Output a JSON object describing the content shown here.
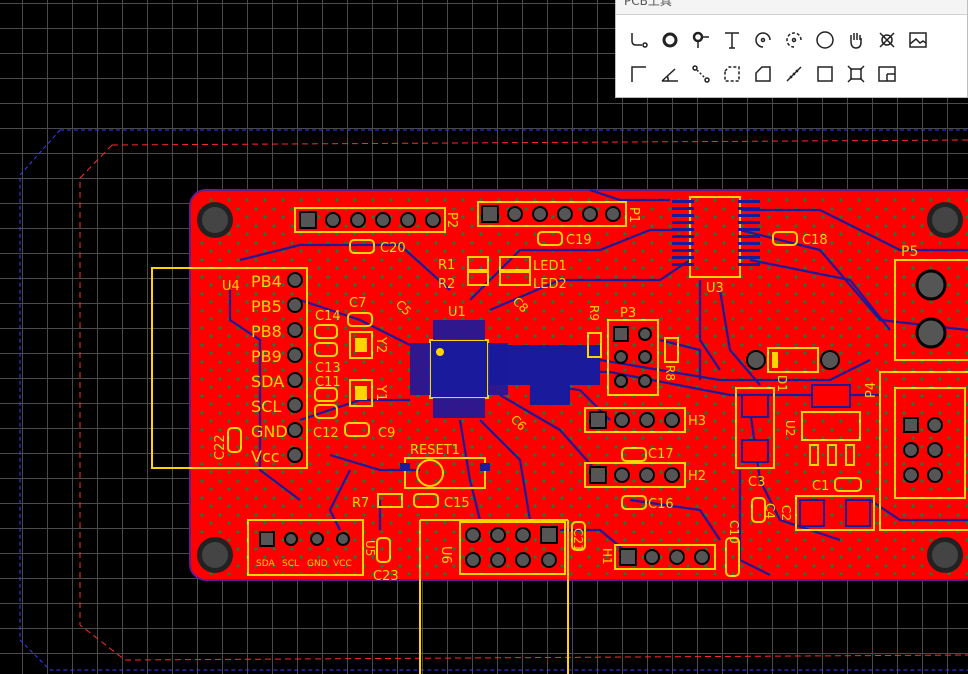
{
  "panel": {
    "title": "PCB工具",
    "row1": [
      "wire-tool-icon",
      "pad-tool-icon",
      "via-tool-icon",
      "text-tool-icon",
      "arc-center-tool-icon",
      "arc-endpoint-tool-icon",
      "circle-tool-icon",
      "pan-hand-icon",
      "delete-icon",
      "image-tool-icon"
    ],
    "row2": [
      "dimension-tool-icon",
      "angle-tool-icon",
      "connect-pad-icon",
      "region-tool-icon",
      "polygon-copper-icon",
      "measure-tool-icon",
      "rectangle-tool-icon",
      "canvas-origin-icon",
      "panelize-icon"
    ]
  },
  "colors": {
    "canvas_bg": "#000000",
    "grid": "#4a4a4a",
    "board_copper": "#ff0000",
    "traces": "#1a1a9c",
    "silkscreen": "#ffd400",
    "board_outline": "#ff2a2a",
    "keepout": "#3a3aff"
  },
  "labels": {
    "U4": "U4",
    "PB4": "PB4",
    "PB5": "PB5",
    "PB8": "PB8",
    "PB9": "PB9",
    "SDA": "SDA",
    "SCL": "SCL",
    "GND": "GND",
    "Vcc": "Vcc",
    "C22": "C22",
    "P2": "P2",
    "P1": "P1",
    "C20": "C20",
    "C19": "C19",
    "C18": "C18",
    "R1": "R1",
    "R2": "R2",
    "LED1": "LED1",
    "LED2": "LED2",
    "U1": "U1",
    "U3": "U3",
    "P5": "P5",
    "P4": "P4",
    "C7": "C7",
    "C14": "C14",
    "C13": "C13",
    "C11": "C11",
    "C12": "C12",
    "C9": "C9",
    "Y2": "Y2",
    "Y1": "Y1",
    "C5": "C5",
    "C8": "C8",
    "C6": "C6",
    "R9": "R9",
    "P3": "P3",
    "R8": "R8",
    "H3": "H3",
    "H2": "H2",
    "H1": "H1",
    "C17": "C17",
    "C16": "C16",
    "D1": "D1",
    "U2": "U2",
    "C3": "C3",
    "C4": "C4",
    "C2": "C2",
    "C1": "C1",
    "C10": "C10",
    "RESET1": "RESET1",
    "R7": "R7",
    "C15": "C15",
    "U6": "U6",
    "C21": "C21",
    "U5": "U5",
    "C23": "C23",
    "hdr_sda": "SDA",
    "hdr_scl": "SCL",
    "hdr_gnd": "GND",
    "hdr_vcc": "VCC"
  }
}
